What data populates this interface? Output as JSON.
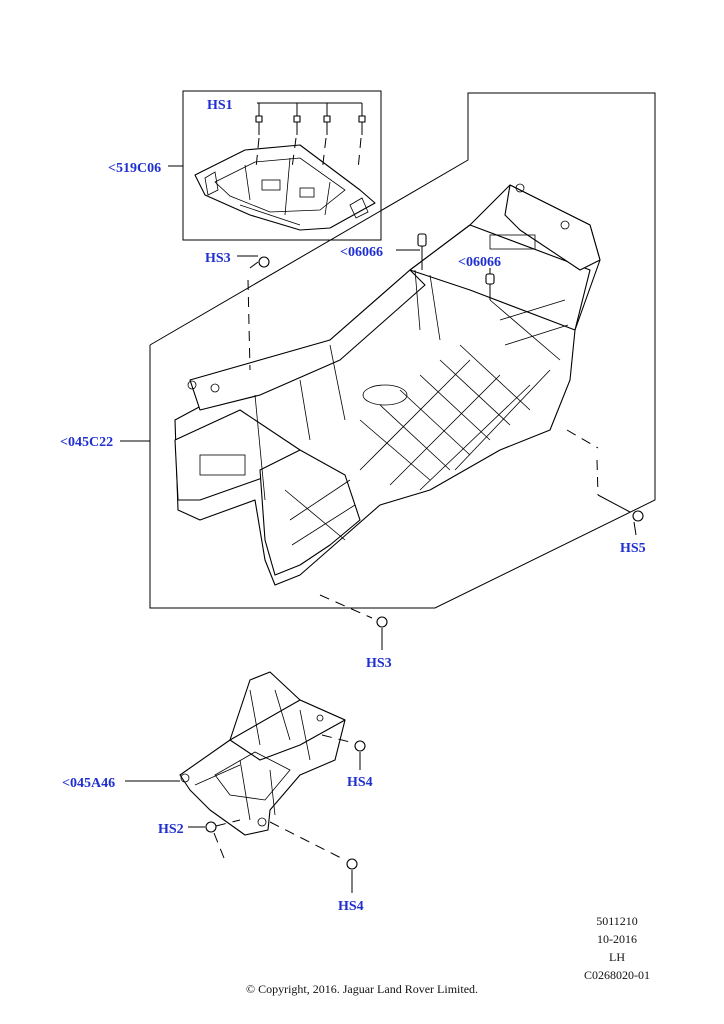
{
  "colors": {
    "label": "#1f2fd0",
    "line": "#000000",
    "background": "#ffffff"
  },
  "callouts": {
    "hs1": "HS1",
    "bracket_519c06": "<519C06",
    "hs3_top": "HS3",
    "part_06066_a": "<06066",
    "part_06066_b": "<06066",
    "console_045c22": "<045C22",
    "hs5": "HS5",
    "hs3_bottom": "HS3",
    "bracket_045a46": "<045A46",
    "hs4_upper": "HS4",
    "hs2": "HS2",
    "hs4_lower": "HS4"
  },
  "meta": {
    "code": "5011210",
    "date": "10-2016",
    "side": "LH",
    "illustration": "C0268020-01",
    "copyright": "© Copyright, 2016. Jaguar Land Rover Limited."
  }
}
